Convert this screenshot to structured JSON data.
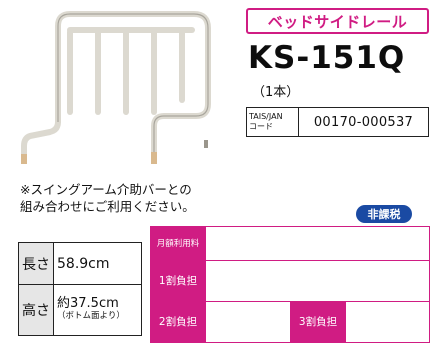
{
  "header": {
    "category": "ベッドサイドレール",
    "model": "KS-151Q",
    "quantity": "（1本）"
  },
  "codes": {
    "label_line1": "TAIS/JAN",
    "label_line2": "コード",
    "value": "00170-000537"
  },
  "note": {
    "line1": "※スイングアーム介助バーとの",
    "line2": "組み合わせにご利用ください。"
  },
  "tax_badge": "非課税",
  "specs": {
    "length_label": "長さ",
    "length_value": "58.9cm",
    "height_label": "高さ",
    "height_value": "約37.5cm",
    "height_note": "（ボトム面より）"
  },
  "rental": {
    "monthly_label": "月額利用料",
    "burden1_label": "1割負担",
    "burden2_label": "2割負担",
    "burden3_label": "3割負担"
  },
  "colors": {
    "accent": "#d01c83",
    "tax_badge": "#1a4aa3"
  }
}
